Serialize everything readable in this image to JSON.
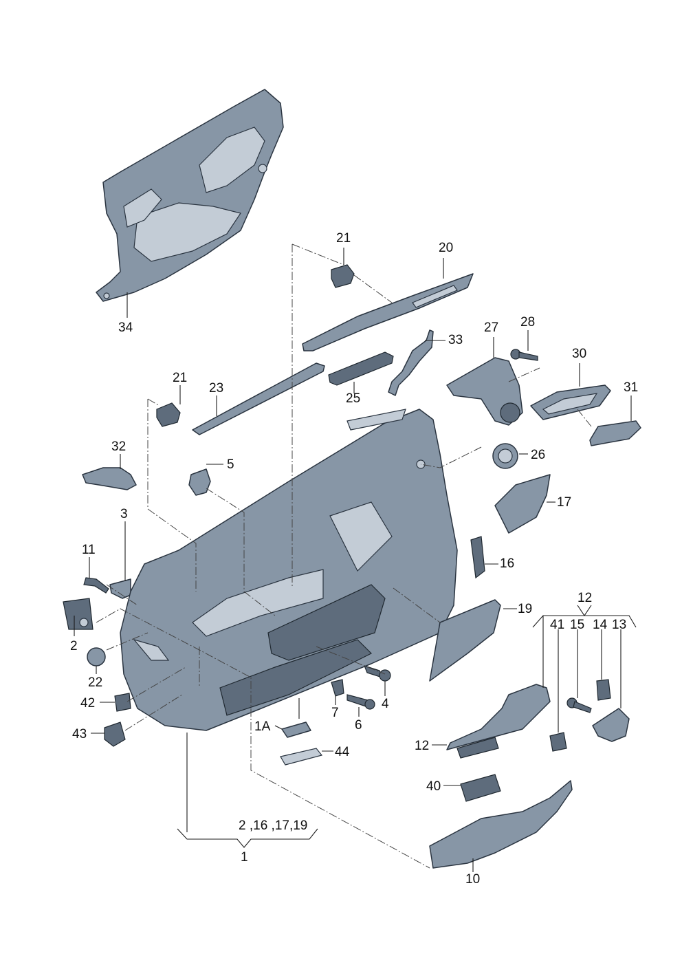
{
  "callouts": {
    "c34": "34",
    "c21a": "21",
    "c20": "20",
    "c33": "33",
    "c27": "27",
    "c28": "28",
    "c30": "30",
    "c31": "31",
    "c21b": "21",
    "c23": "23",
    "c25": "25",
    "c32": "32",
    "c5": "5",
    "c26": "26",
    "c17": "17",
    "c3": "3",
    "c11": "11",
    "c16": "16",
    "c12top": "12",
    "c19": "19",
    "c41": "41",
    "c15": "15",
    "c14": "14",
    "c13": "13",
    "c2": "2",
    "c22": "22",
    "c4": "4",
    "c42": "42",
    "c7": "7",
    "c6": "6",
    "c43": "43",
    "c1A": "1A",
    "c44": "44",
    "c12": "12",
    "c40": "40",
    "c1group": "2 ,16 ,17,19",
    "c1": "1",
    "c10": "10"
  }
}
